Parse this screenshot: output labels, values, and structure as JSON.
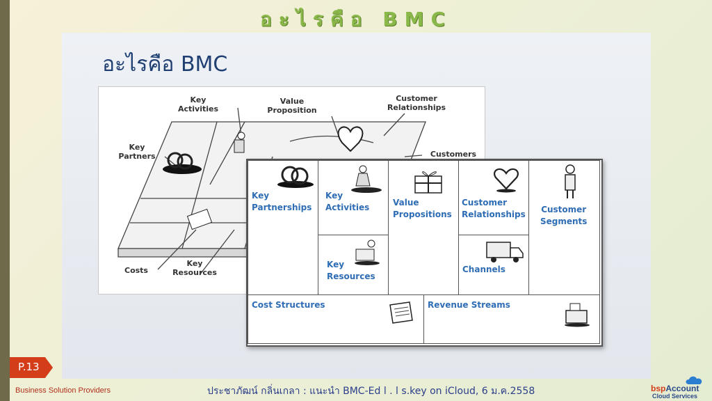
{
  "header": {
    "title": "อะไรคือ BMC"
  },
  "slide": {
    "title": "อะไรคือ BMC",
    "back_diagram": {
      "labels": {
        "key_activities": "Key\nActivities",
        "value_proposition": "Value\nProposition",
        "customer_relationships": "Customer\nRelationships",
        "key_partners": "Key\nPartners",
        "customers": "Customers",
        "costs": "Costs",
        "key_resources": "Key\nResources"
      }
    },
    "canvas": {
      "key_partnerships": "Key\nPartnerships",
      "key_activities": "Key\nActivities",
      "value_propositions": "Value\nPropositions",
      "customer_relationships": "Customer\nRelationships",
      "customer_segments": "Customer\nSegments",
      "key_resources": "Key\nResources",
      "channels": "Channels",
      "cost_structures": "Cost Structures",
      "revenue_streams": "Revenue Streams"
    }
  },
  "footer": {
    "page": "P.13",
    "company": "Business Solution Providers",
    "caption": "ประชาภัฒน์ กลิ่นเกลา : แนะนำ BMC-Ed l . l s.key on iCloud, 6 ม.ค.2558",
    "logo_word_a": "bsp",
    "logo_word_b": "Account",
    "logo_sub": "Cloud Services"
  },
  "colors": {
    "accent": "#8ab84a",
    "title_blue": "#1f3f73",
    "canvas_blue": "#2f6db5",
    "badge": "#d43d1a"
  }
}
